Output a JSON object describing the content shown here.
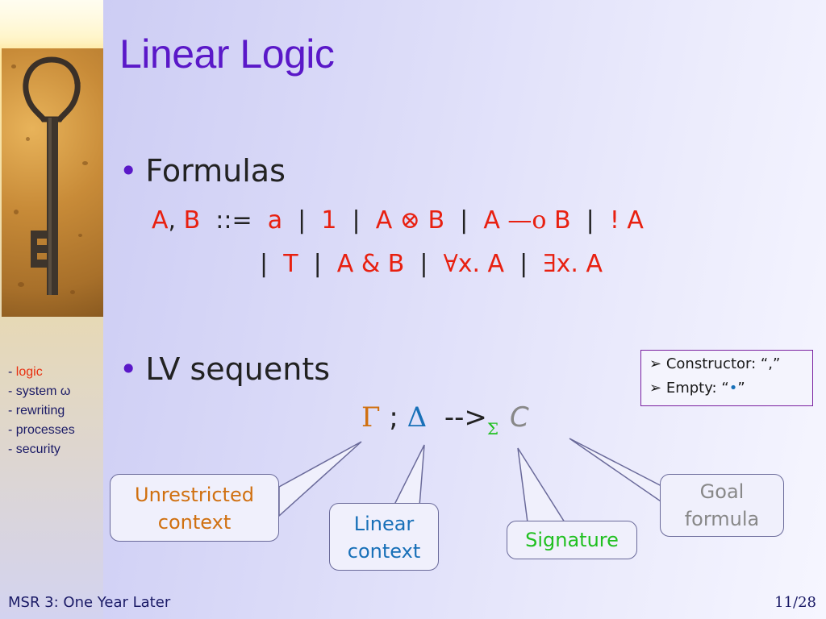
{
  "slide": {
    "title": "Linear Logic",
    "bullets": [
      {
        "label": "Formulas"
      },
      {
        "label": "LV sequents"
      }
    ],
    "grammar": {
      "line1": [
        {
          "t": "A",
          "c": "r"
        },
        {
          "t": ", ",
          "c": "k"
        },
        {
          "t": "B",
          "c": "r"
        },
        {
          "t": "  ::=  ",
          "c": "k"
        },
        {
          "t": "a",
          "c": "r"
        },
        {
          "t": "  |  ",
          "c": "k"
        },
        {
          "t": "1",
          "c": "r"
        },
        {
          "t": "  |  ",
          "c": "k"
        },
        {
          "t": "A ",
          "c": "r"
        },
        {
          "t": "⊗",
          "c": "rs"
        },
        {
          "t": " B",
          "c": "r"
        },
        {
          "t": "  |  ",
          "c": "k"
        },
        {
          "t": "A ",
          "c": "r"
        },
        {
          "t": "—o",
          "c": "rs"
        },
        {
          "t": " B",
          "c": "r"
        },
        {
          "t": "  |  ",
          "c": "k"
        },
        {
          "t": "! A",
          "c": "r"
        }
      ],
      "line2": [
        {
          "t": "|  ",
          "c": "k"
        },
        {
          "t": "T",
          "c": "r"
        },
        {
          "t": "  |  ",
          "c": "k"
        },
        {
          "t": "A & B",
          "c": "r"
        },
        {
          "t": "  |  ",
          "c": "k"
        },
        {
          "t": "∀",
          "c": "rs"
        },
        {
          "t": "x. A",
          "c": "r"
        },
        {
          "t": "  |  ",
          "c": "k"
        },
        {
          "t": "∃",
          "c": "rs"
        },
        {
          "t": "x. A",
          "c": "r"
        }
      ]
    },
    "sequent": {
      "gamma": "Γ",
      "semicolon": " ; ",
      "delta": "Δ",
      "arrow": "  -->",
      "sigma": "Σ",
      "goal": "C"
    },
    "callouts": {
      "unrestricted": "Unrestricted context",
      "linear": "Linear context",
      "signature": "Signature",
      "goal": "Goal formula"
    },
    "note": {
      "constructor": "Constructor: “,”",
      "empty_prefix": "Empty: “",
      "empty_dot": "•",
      "empty_suffix": "”"
    }
  },
  "sidebar": {
    "toc": [
      {
        "prefix": "- ",
        "label": "logic",
        "active": true
      },
      {
        "prefix": "- ",
        "label": "system ω",
        "active": false
      },
      {
        "prefix": "- ",
        "label": "rewriting",
        "active": false
      },
      {
        "prefix": "- ",
        "label": "processes",
        "active": false
      },
      {
        "prefix": "- ",
        "label": "security",
        "active": false
      }
    ]
  },
  "footer": {
    "left": "MSR 3: One Year Later",
    "right": "11/28"
  },
  "colors": {
    "title": "#5a18c8",
    "formula": "#e82010",
    "gamma": "#d07010",
    "delta": "#1870b8",
    "signature": "#20c020",
    "goal": "#888888"
  },
  "icons": {
    "bullet": "bullet-dot-icon",
    "note_arrow": "arrow-right-icon",
    "key": "key-photo"
  }
}
